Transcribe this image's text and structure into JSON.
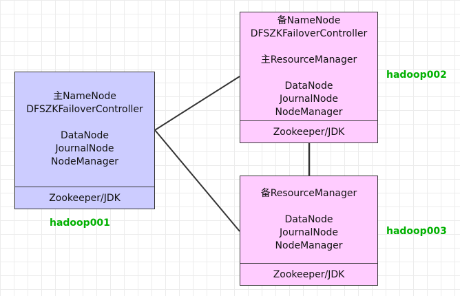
{
  "colors": {
    "hadoop001_fill": "#ccccff",
    "hadoop002_fill": "#ffccff",
    "hadoop003_fill": "#ffccff",
    "host_label": "#00b000",
    "border": "#333333"
  },
  "nodes": {
    "hadoop001": {
      "host": "hadoop001",
      "role_lines": [
        "主NameNode",
        "DFSZKFailoverController"
      ],
      "service_lines": [
        "DataNode",
        "JournalNode",
        "NodeManager"
      ],
      "footer": "Zookeeper/JDK"
    },
    "hadoop002": {
      "host": "hadoop002",
      "role_lines": [
        "备NameNode",
        "DFSZKFailoverController"
      ],
      "resource_manager_line": "主ResourceManager",
      "service_lines": [
        "DataNode",
        "JournalNode",
        "NodeManager"
      ],
      "footer": "Zookeeper/JDK"
    },
    "hadoop003": {
      "host": "hadoop003",
      "resource_manager_line": "备ResourceManager",
      "service_lines": [
        "DataNode",
        "JournalNode",
        "NodeManager"
      ],
      "footer": "Zookeeper/JDK"
    }
  }
}
